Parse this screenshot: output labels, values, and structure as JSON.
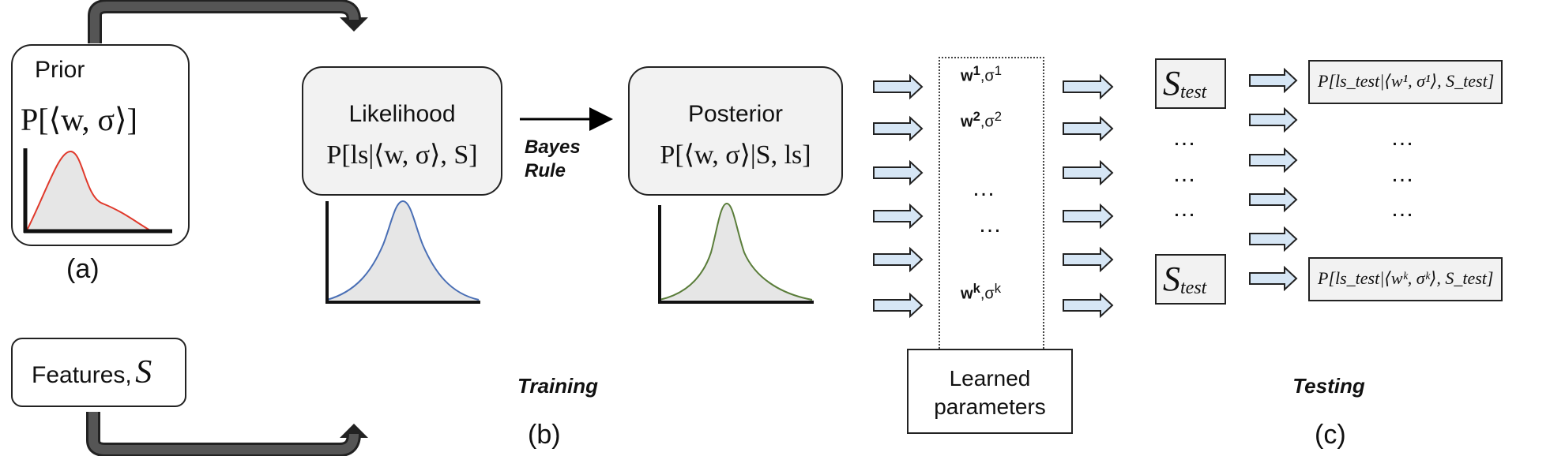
{
  "prior": {
    "title": "Prior",
    "formula": "P[⟨w, σ⟩]",
    "caption": "(a)"
  },
  "features": {
    "label": "Features,",
    "symbol": "S"
  },
  "training": {
    "likelihood_title": "Likelihood",
    "likelihood_formula": "P[ls|⟨w, σ⟩, S]",
    "bayes_line1": "Bayes",
    "bayes_line2": "Rule",
    "posterior_title": "Posterior",
    "posterior_formula": "P[⟨w, σ⟩|S, ls]",
    "label": "Training",
    "caption": "(b)"
  },
  "params": {
    "w1": "w",
    "w1_sup": "1",
    "s1": ",σ",
    "s1_sup": "1",
    "w2": "w",
    "w2_sup": "2",
    "s2": ",σ",
    "s2_sup": "2",
    "dots1": "…",
    "dots2": "…",
    "wk": "w",
    "wk_sup": "k",
    "sk": ",σ",
    "sk_sup": "k",
    "box_line1": "Learned",
    "box_line2": "parameters"
  },
  "testing": {
    "s_test_top": "S",
    "s_test_top_sub": "test",
    "s_test_bottom": "S",
    "s_test_bottom_sub": "test",
    "out_top": "P[ls_test|⟨w¹, σ¹⟩, S_test]",
    "out_bottom": "P[ls_test|⟨wᵏ, σᵏ⟩, S_test]",
    "dots": "…",
    "label": "Testing",
    "caption": "(c)"
  },
  "colors": {
    "prior_curve": "#e0392b",
    "likelihood_curve": "#4a6fb5",
    "posterior_curve": "#5a7d3a",
    "arrow_fill": "#d6e6f5",
    "panel_fill": "#f2f2f2"
  }
}
